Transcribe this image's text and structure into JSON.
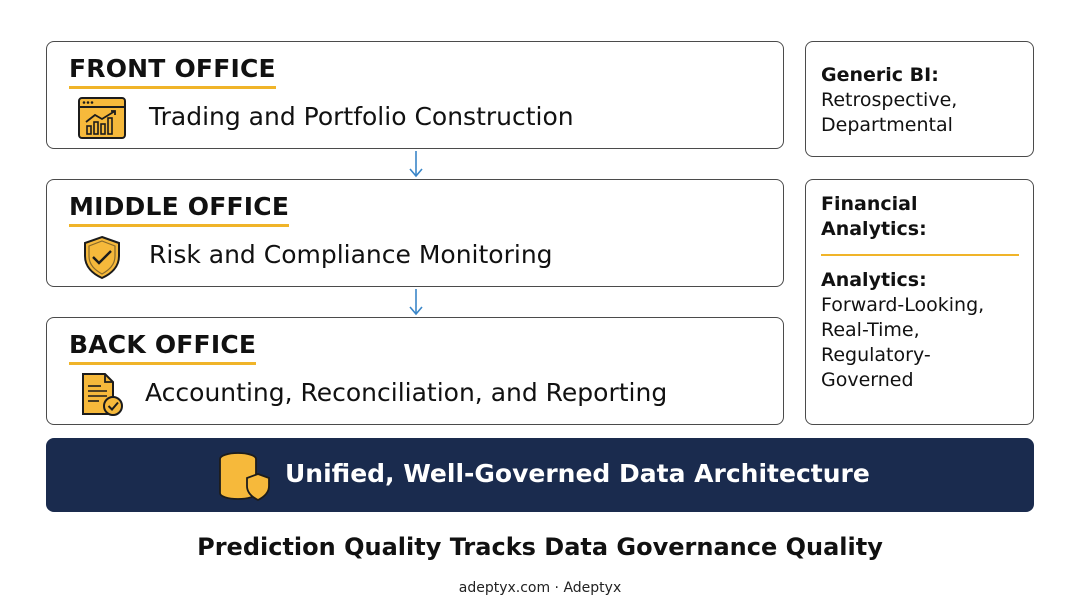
{
  "tiers": [
    {
      "title": "FRONT OFFICE",
      "description": "Trading and Portfolio Construction",
      "icon": "trading-chart-icon"
    },
    {
      "title": "MIDDLE OFFICE",
      "description": "Risk and Compliance Monitoring",
      "icon": "shield-check-icon"
    },
    {
      "title": "BACK OFFICE",
      "description": "Accounting, Reconciliation, and Reporting",
      "icon": "document-check-icon"
    }
  ],
  "comparison": {
    "generic_bi": {
      "label": "Generic BI:",
      "lines": [
        "Retrospective,",
        "Departmental"
      ]
    },
    "financial": {
      "label_lines": [
        "Financial",
        "Analytics:"
      ],
      "sub_label": "Analytics:",
      "lines": [
        "Forward-Looking,",
        "Real-Time,",
        "Regulatory-",
        "Governed"
      ]
    }
  },
  "foundation": {
    "label": "Unified, Well-Governed Data Architecture",
    "icon": "database-shield-icon"
  },
  "headline": "Prediction Quality Tracks Data Governance Quality",
  "attribution": "adeptyx.com · Adeptyx",
  "colors": {
    "accent": "#f0b429",
    "navy": "#1a2b4e",
    "arrow": "#3a86c8",
    "border": "#4b4b4b"
  }
}
